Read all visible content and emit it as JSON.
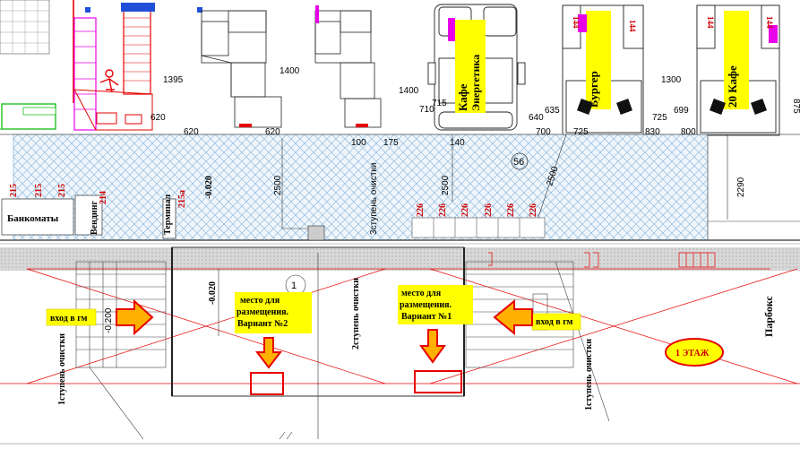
{
  "dimensions": {
    "d1395": "1395",
    "d1400a": "1400",
    "d1400b": "1400",
    "d1300": "1300",
    "d620a": "620",
    "d620b": "620",
    "d620c": "620",
    "d710": "710",
    "d715": "715",
    "d640": "640",
    "d635": "635",
    "d725": "725",
    "d725b": "725",
    "d699": "699",
    "d800": "800",
    "d830": "830",
    "d100": "100",
    "d175": "175",
    "d140": "140",
    "d700": "700",
    "d2500a": "2500",
    "d2500b": "2500",
    "d2500c": "2500",
    "d2290": "2290",
    "d875": "875"
  },
  "levels": {
    "lvl_a": "-0.020",
    "lvl_b": "-0.020",
    "lvl_c": "-0.200"
  },
  "tags": {
    "t215a": "215",
    "t215b": "215",
    "t215c": "215",
    "t214": "214",
    "t215a2": "215а",
    "t226_1": "226",
    "t226_2": "226",
    "t226_3": "226",
    "t226_4": "226",
    "t226_5": "226",
    "t226_6": "226",
    "t144a": "144",
    "t144b": "144",
    "t144c": "144",
    "t144d": "144"
  },
  "labels": {
    "bankomaty": "Банкоматы",
    "vending": "Вендинг",
    "terminal": "Терминал",
    "stage3": "3ступень очистки",
    "stage2": "2ступень очистки",
    "stage1a": "1ступень очистки",
    "stage1b": "1ступень очистки",
    "parbox": "Парбокс",
    "room_no": "56",
    "zone_no": "1",
    "yellow1": "Кафе",
    "yellow2": "Энергетика",
    "yellow3": "Бургер",
    "yellow4": "20 Кафе"
  },
  "callouts": {
    "entry_left": "вход в гм",
    "entry_right": "вход в гм",
    "variant2_line1": "место для",
    "variant2_line2": "размещения.",
    "variant2_line3": "Вариант №2",
    "variant1_line1": "место для",
    "variant1_line2": "размещения.",
    "variant1_line3": "Вариант №1",
    "floor": "1 ЭТАЖ"
  },
  "colors": {
    "red": "#e60000",
    "yellow": "#ffff00",
    "magenta": "#e800e8",
    "orange_fill": "#ff2a00",
    "hatch_blue": "#6aa7d6",
    "green": "#22c022"
  }
}
